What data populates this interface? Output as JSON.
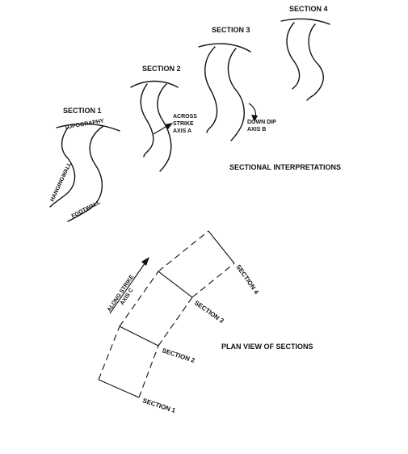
{
  "sections": {
    "s1": "SECTION 1",
    "s2": "SECTION 2",
    "s3": "SECTION 3",
    "s4": "SECTION 4"
  },
  "annotations": {
    "topography": "TOPOGRAPHY",
    "hangingwall": "HANGINGWALL",
    "footwall": "FOOTWALL",
    "across_1": "ACROSS",
    "across_2": "STRIKE",
    "across_3": "AXIS A",
    "down_1": "DOWN DIP",
    "down_2": "AXIS B",
    "along_1": "ALONG STRIKE",
    "along_2": "AXIS C"
  },
  "titles": {
    "sectional": "SECTIONAL INTERPRETATIONS",
    "plan": "PLAN VIEW OF SECTIONS"
  },
  "plan": {
    "s1": "SECTION 1",
    "s2": "SECTION 2",
    "s3": "SECTION 3",
    "s4": "SECTION 4"
  }
}
